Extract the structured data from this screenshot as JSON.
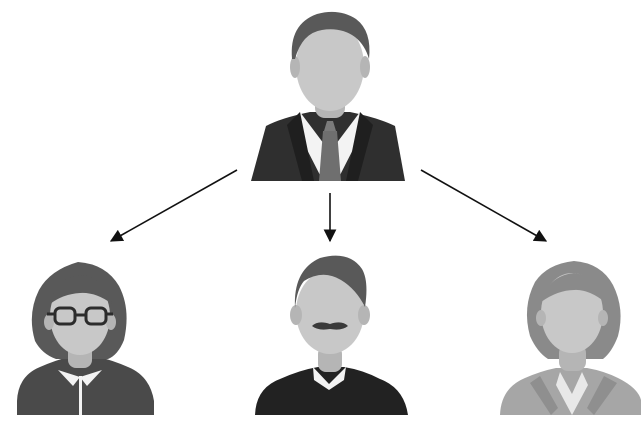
{
  "diagram": {
    "type": "hierarchy",
    "nodes": [
      {
        "id": "top",
        "icon": "businessman-suit-tie-icon"
      },
      {
        "id": "left",
        "icon": "woman-glasses-icon"
      },
      {
        "id": "center",
        "icon": "man-mustache-icon"
      },
      {
        "id": "right",
        "icon": "woman-blazer-icon"
      }
    ],
    "edges": [
      {
        "from": "top",
        "to": "left"
      },
      {
        "from": "top",
        "to": "center"
      },
      {
        "from": "top",
        "to": "right"
      }
    ],
    "colors": {
      "background": "#ffffff",
      "skin": "#c8c8c8",
      "skin_shadow": "#b5b5b5",
      "hair_dark": "#595959",
      "hair_medium": "#8a8a8a",
      "suit": "#2f2f2f",
      "suit_lapel": "#1f1f1f",
      "tie": "#6f6f6f",
      "shirt": "#f3f3f3",
      "sweater": "#222222",
      "jacket_left": "#4a4a4a",
      "jacket_right": "#a6a6a6",
      "arrow": "#111111"
    }
  }
}
